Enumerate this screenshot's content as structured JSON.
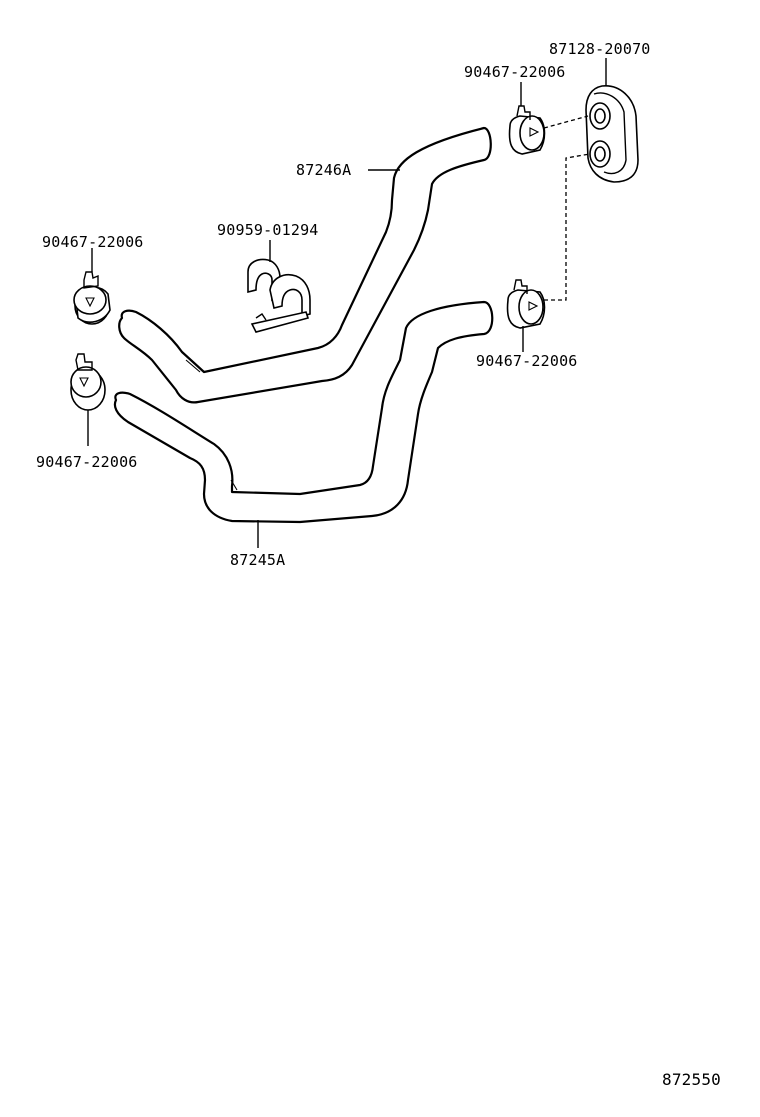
{
  "diagram": {
    "labels": {
      "grommet": "87128-20070",
      "clip_top_right": "90467-22006",
      "hose_upper": "87246A",
      "clip_upper_left": "90467-22006",
      "bracket": "90959-01294",
      "clip_lower_right": "90467-22006",
      "clip_lower_left": "90467-22006",
      "hose_lower": "87245A"
    },
    "reference_number": "872550",
    "colors": {
      "line": "#000000",
      "background": "#ffffff"
    }
  }
}
